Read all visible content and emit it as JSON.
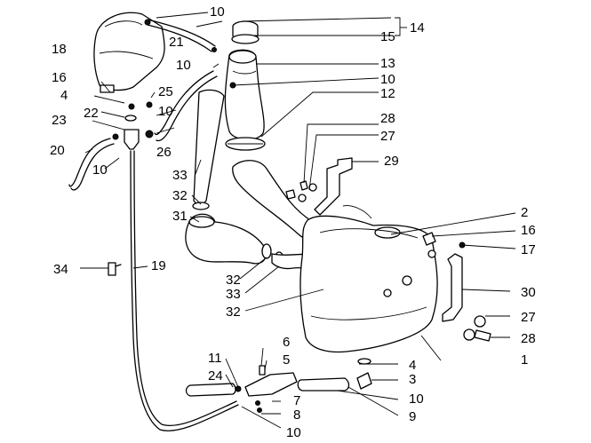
{
  "figure": {
    "callouts": [
      {
        "id": "c10a",
        "text": "10"
      },
      {
        "id": "c14",
        "text": "14"
      },
      {
        "id": "c15",
        "text": "15"
      },
      {
        "id": "c18",
        "text": "18"
      },
      {
        "id": "c21",
        "text": "21"
      },
      {
        "id": "c10b",
        "text": "10"
      },
      {
        "id": "c13",
        "text": "13"
      },
      {
        "id": "c10c",
        "text": "10"
      },
      {
        "id": "c12",
        "text": "12"
      },
      {
        "id": "c16a",
        "text": "16"
      },
      {
        "id": "c25",
        "text": "25"
      },
      {
        "id": "c4a",
        "text": "4"
      },
      {
        "id": "c10d",
        "text": "10"
      },
      {
        "id": "c23",
        "text": "23"
      },
      {
        "id": "c22",
        "text": "22"
      },
      {
        "id": "c28a",
        "text": "28"
      },
      {
        "id": "c27a",
        "text": "27"
      },
      {
        "id": "c26",
        "text": "26"
      },
      {
        "id": "c20",
        "text": "20"
      },
      {
        "id": "c10e",
        "text": "10"
      },
      {
        "id": "c29",
        "text": "29"
      },
      {
        "id": "c33a",
        "text": "33"
      },
      {
        "id": "c32a",
        "text": "32"
      },
      {
        "id": "c2",
        "text": "2"
      },
      {
        "id": "c31",
        "text": "31"
      },
      {
        "id": "c16b",
        "text": "16"
      },
      {
        "id": "c17",
        "text": "17"
      },
      {
        "id": "c34",
        "text": "34"
      },
      {
        "id": "c19",
        "text": "19"
      },
      {
        "id": "c32b",
        "text": "32"
      },
      {
        "id": "c30",
        "text": "30"
      },
      {
        "id": "c33b",
        "text": "33"
      },
      {
        "id": "c32c",
        "text": "32"
      },
      {
        "id": "c27b",
        "text": "27"
      },
      {
        "id": "c28b",
        "text": "28"
      },
      {
        "id": "c6",
        "text": "6"
      },
      {
        "id": "c1",
        "text": "1"
      },
      {
        "id": "c11",
        "text": "11"
      },
      {
        "id": "c5",
        "text": "5"
      },
      {
        "id": "c4b",
        "text": "4"
      },
      {
        "id": "c24",
        "text": "24"
      },
      {
        "id": "c3",
        "text": "3"
      },
      {
        "id": "c7",
        "text": "7"
      },
      {
        "id": "c10f",
        "text": "10"
      },
      {
        "id": "c8",
        "text": "8"
      },
      {
        "id": "c9",
        "text": "9"
      },
      {
        "id": "c10g",
        "text": "10"
      }
    ]
  },
  "colors": {
    "line": "#000000",
    "background": "#ffffff"
  }
}
